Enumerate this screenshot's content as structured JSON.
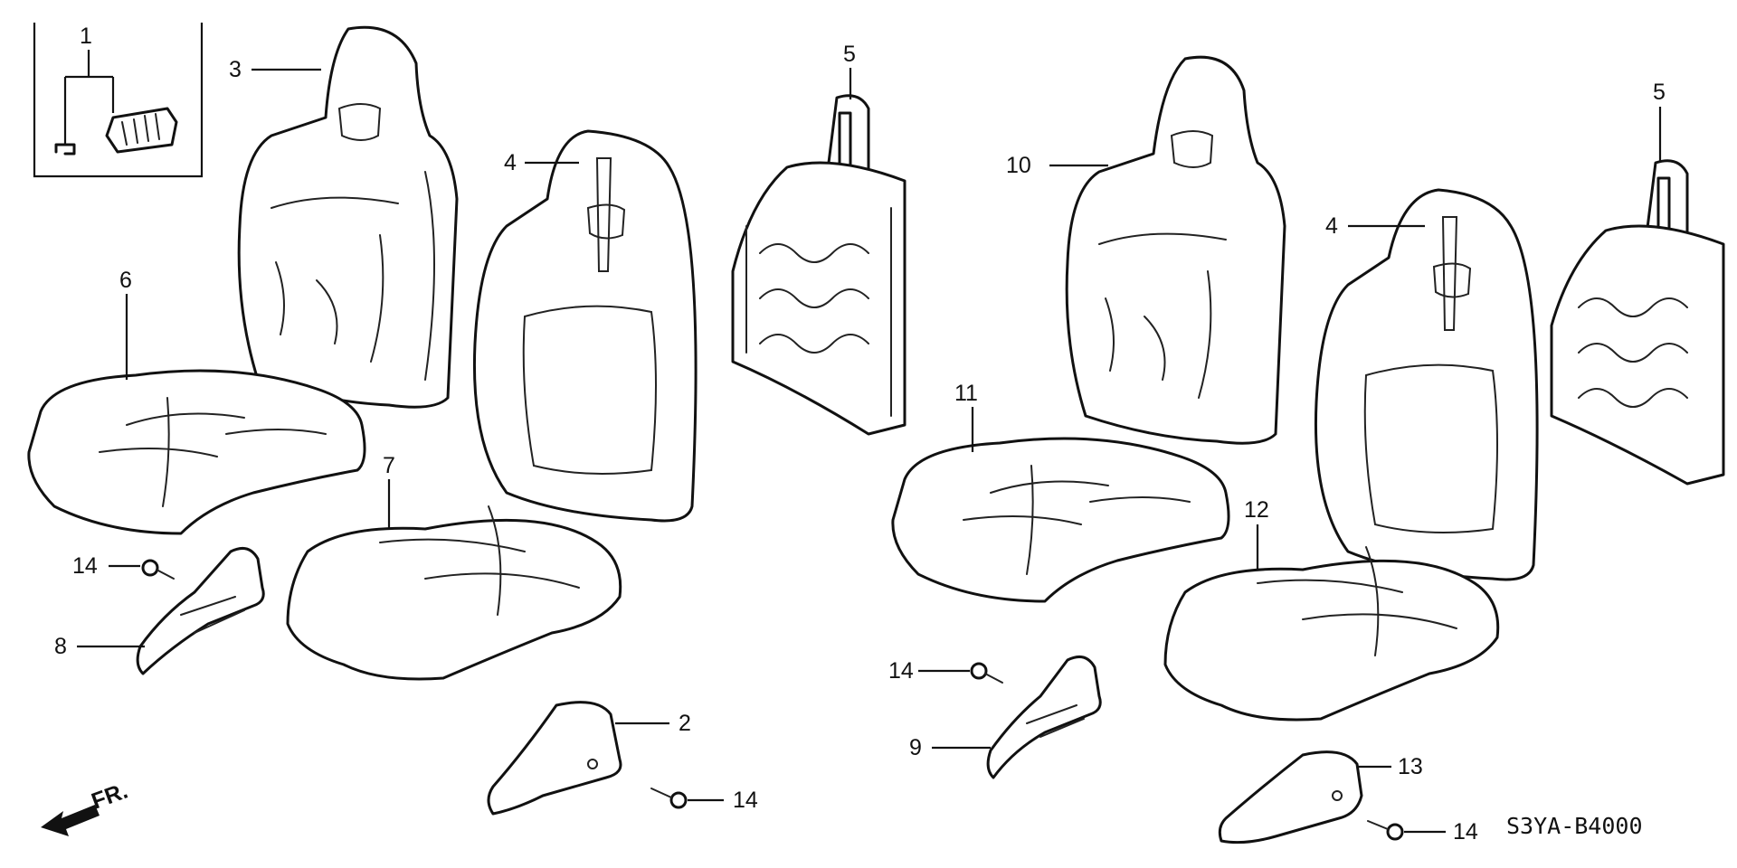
{
  "callouts": {
    "c1": "1",
    "c2": "2",
    "c3": "3",
    "c4a": "4",
    "c4b": "4",
    "c5a": "5",
    "c5b": "5",
    "c6": "6",
    "c7": "7",
    "c8": "8",
    "c9": "9",
    "c10": "10",
    "c11": "11",
    "c12": "12",
    "c13": "13",
    "c14a": "14",
    "c14b": "14",
    "c14c": "14",
    "c14d": "14"
  },
  "direction_label": "FR.",
  "diagram_code": "S3YA-B4000"
}
